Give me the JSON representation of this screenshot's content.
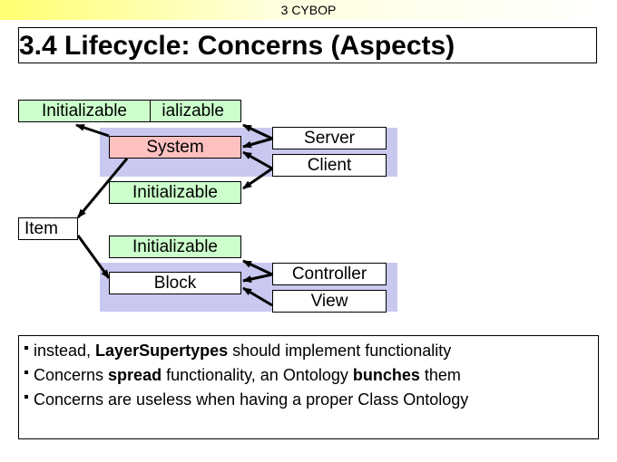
{
  "header": {
    "text": "3 CYBOP"
  },
  "slide": {
    "title": "3.4 Lifecycle: Concerns (Aspects)"
  },
  "diagram": {
    "init_back_label": "ializable",
    "init_front_label": "Initializable",
    "system_label": "System",
    "server_label": "Server",
    "client_label": "Client",
    "system_init_label": "Initializable",
    "item_label": "Item",
    "block_init_label": "Initializable",
    "block_label": "Block",
    "controller_label": "Controller",
    "view_label": "View",
    "colors": {
      "green_box": "#ccffcc",
      "pink_box": "#ffc0c0",
      "panel": "#c8c8f0"
    }
  },
  "bullets": {
    "b1_pre": "instead, ",
    "b1_bold": "LayerSupertypes",
    "b1_post": " should implement functionality",
    "b2_pre": "Concerns ",
    "b2_bold1": "spread",
    "b2_mid": " functionality, an Ontology ",
    "b2_bold2": "bunches",
    "b2_post": " them",
    "b3": "Concerns are useless when having a proper Class Ontology"
  }
}
